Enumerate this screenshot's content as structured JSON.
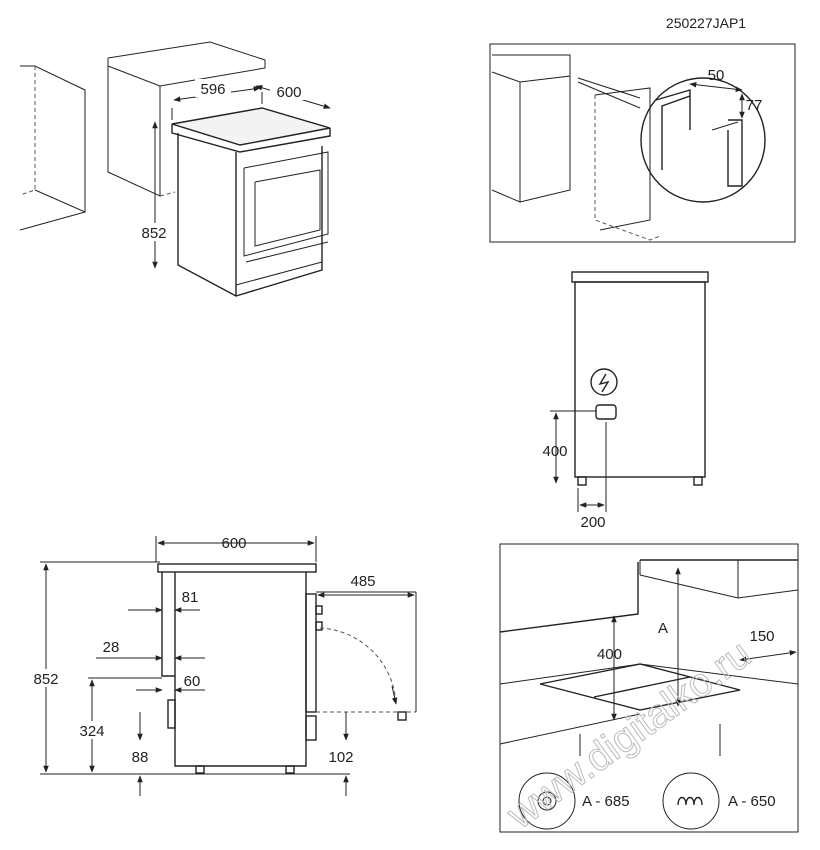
{
  "doc_code": "250227JAP1",
  "panel1": {
    "width": "596",
    "depth": "600",
    "height": "852"
  },
  "panel2": {
    "dim_a": "50",
    "dim_b": "77"
  },
  "panel3": {
    "height": "400",
    "offset": "200"
  },
  "panel4": {
    "width": "600",
    "door": "485",
    "d81": "81",
    "d28": "28",
    "d60": "60",
    "h852": "852",
    "h324": "324",
    "d88": "88",
    "d102": "102"
  },
  "panel5": {
    "h400": "400",
    "label_a": "A",
    "d150": "150",
    "hob1": "A - 685",
    "hob2": "A - 650"
  },
  "watermark": "www.digitalko.ru"
}
